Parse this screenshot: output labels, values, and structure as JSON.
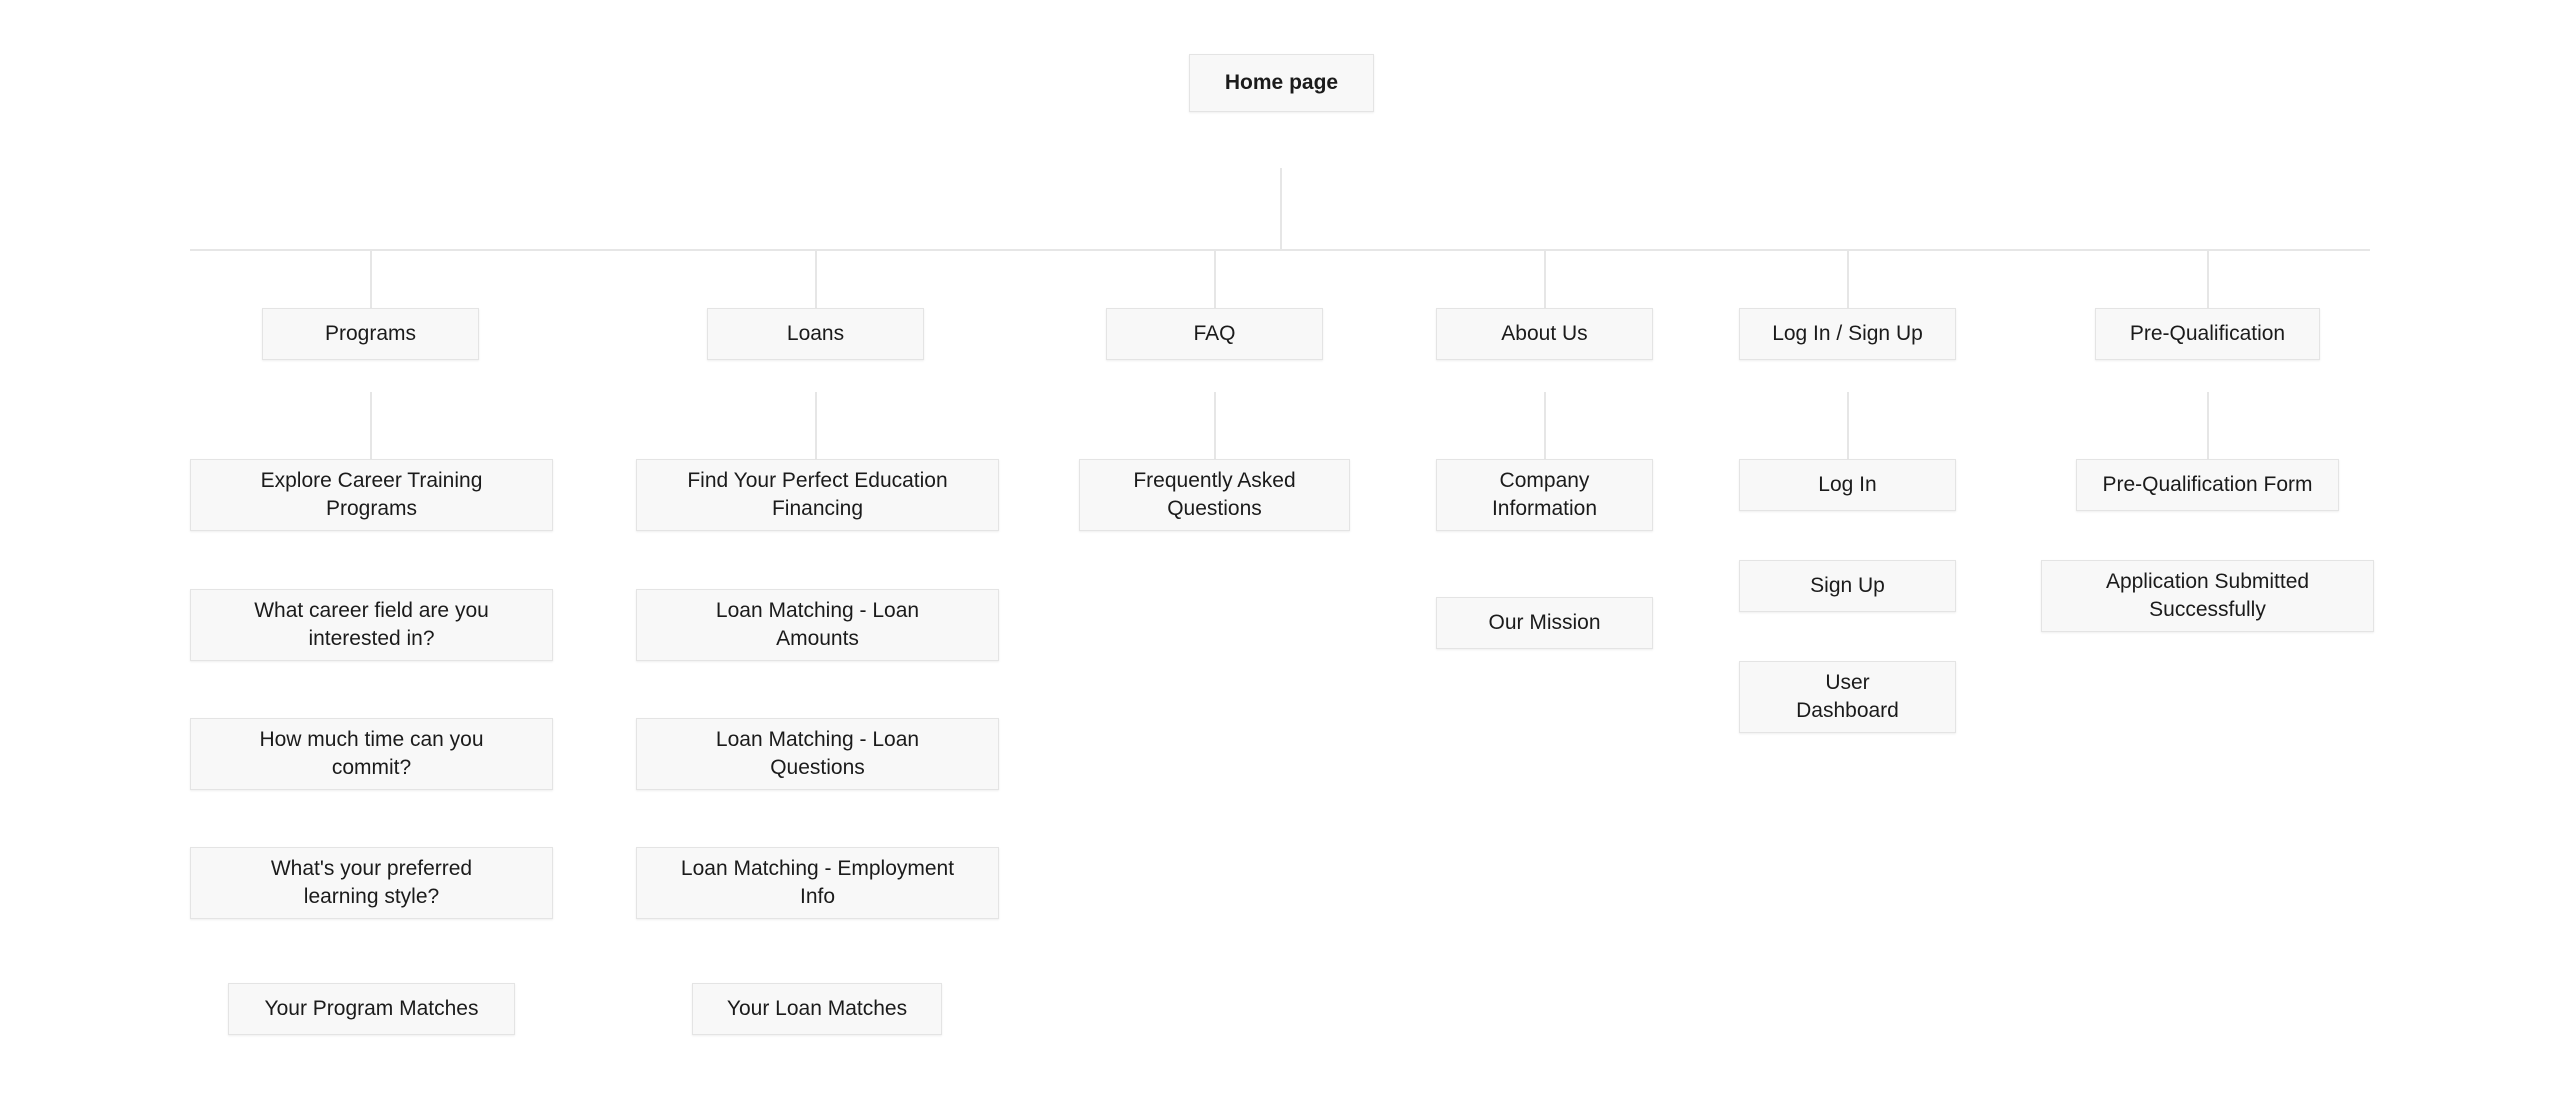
{
  "diagram": {
    "type": "sitemap-tree",
    "title": "Home page",
    "colors": {
      "background": "#ffffff",
      "node_fill": "#f8f8f8",
      "node_border": "#e4e4e4",
      "connector": "#e6e6e6",
      "text": "#1b1b1b"
    },
    "root": {
      "label": "Home page"
    },
    "branches": [
      {
        "label": "Programs",
        "children": [
          {
            "label": "Explore Career Training\nPrograms"
          },
          {
            "label": "What career field are you\ninterested in?"
          },
          {
            "label": "How much time can you\ncommit?"
          },
          {
            "label": "What's your preferred\nlearning style?"
          },
          {
            "label": "Your Program Matches"
          }
        ]
      },
      {
        "label": "Loans",
        "children": [
          {
            "label": "Find Your Perfect Education\nFinancing"
          },
          {
            "label": "Loan Matching - Loan\nAmounts"
          },
          {
            "label": "Loan Matching - Loan\nQuestions"
          },
          {
            "label": "Loan Matching - Employment\nInfo"
          },
          {
            "label": "Your Loan Matches"
          }
        ]
      },
      {
        "label": "FAQ",
        "children": [
          {
            "label": "Frequently Asked\nQuestions"
          }
        ]
      },
      {
        "label": "About Us",
        "children": [
          {
            "label": "Company\nInformation"
          },
          {
            "label": "Our Mission"
          }
        ]
      },
      {
        "label": "Log In / Sign Up",
        "children": [
          {
            "label": "Log In"
          },
          {
            "label": "Sign Up"
          },
          {
            "label": "User\nDashboard"
          }
        ]
      },
      {
        "label": "Pre-Qualification",
        "children": [
          {
            "label": "Pre-Qualification Form"
          },
          {
            "label": "Application Submitted\nSuccessfully"
          }
        ]
      }
    ]
  }
}
